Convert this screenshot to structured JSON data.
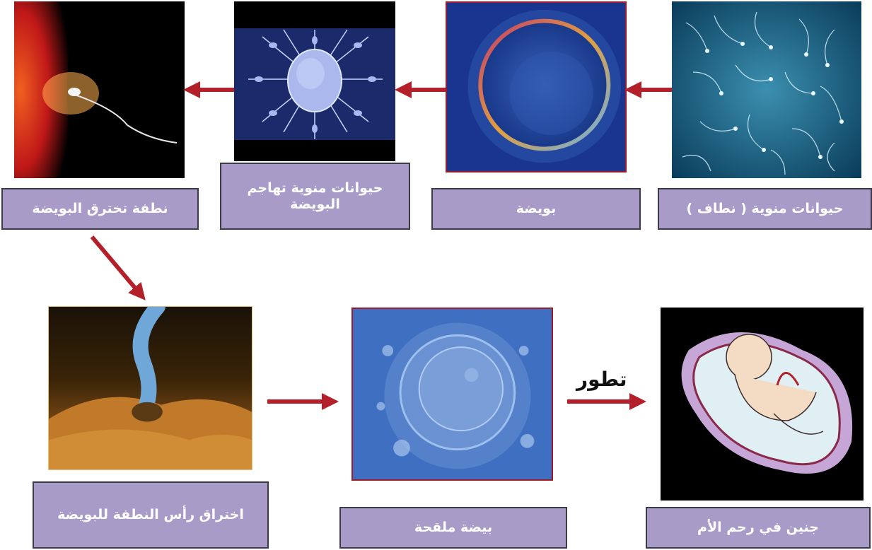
{
  "stages": [
    {
      "id": "sperm",
      "label": "حيوانات منوية ( نطاف )"
    },
    {
      "id": "egg",
      "label": "بويضة"
    },
    {
      "id": "attack",
      "label": "حيوانات منوية تهاجم البويضة"
    },
    {
      "id": "penetrate",
      "label": "نطفة تخترق البويضة"
    },
    {
      "id": "head",
      "label": "اختراق رأس النطفة للبويضة"
    },
    {
      "id": "fertilized",
      "label": "بيضة ملقحة"
    },
    {
      "id": "fetus",
      "label": "جنين في رحم الأم"
    }
  ],
  "annotation": {
    "develop": "تطور"
  },
  "colors": {
    "arrow": "#b3202a",
    "label_fill": "#a99bc8",
    "label_border": "#3f3a4a",
    "frame": "#9b1b2a"
  }
}
